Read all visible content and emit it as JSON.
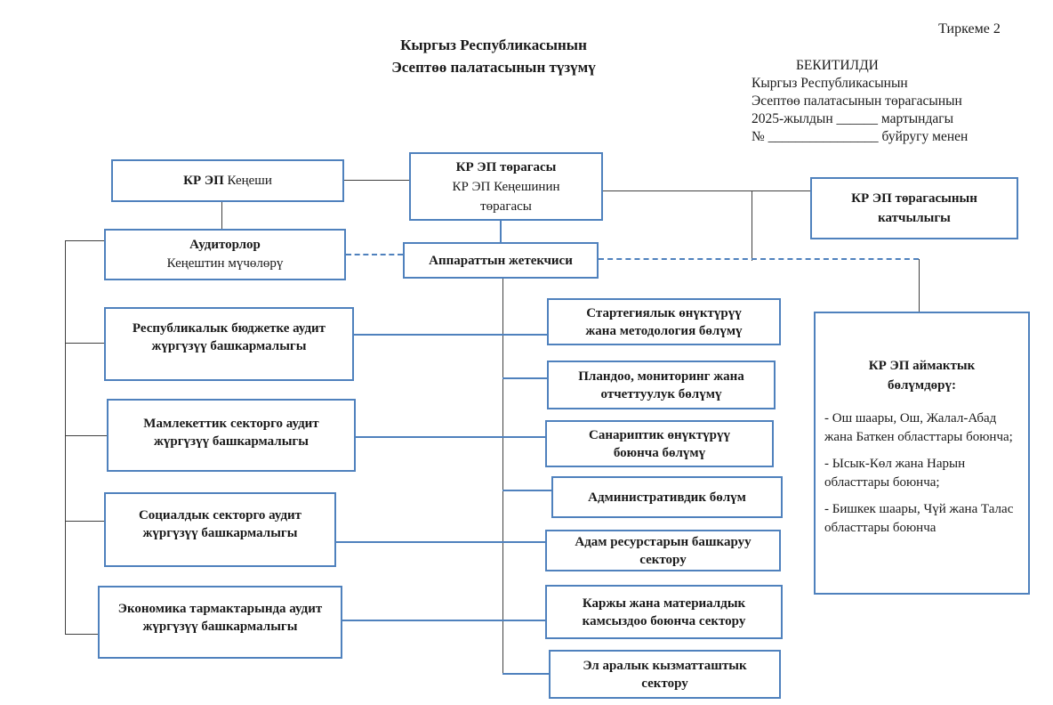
{
  "colors": {
    "accent_blue": "#4f81bd",
    "line_black": "#404040"
  },
  "header": {
    "annex": "Тиркеме 2",
    "title_lines": [
      "Кыргыз Республикасынын",
      "Эсептөө палатасынын түзүмү"
    ],
    "approval_lines": [
      "БЕКИТИЛДИ",
      "Кыргыз Республикасынын",
      "Эсептөө палатасынын төрагасынын",
      "2025-жылдын ______ мартындагы",
      "№ ________________ буйругу менен"
    ]
  },
  "chart": {
    "council": {
      "bold": "КР ЭП",
      "regular": " Кеңеши"
    },
    "chairman": {
      "bold": "КР ЭП төрагасы",
      "lines": [
        "КР ЭП Кеңешинин",
        "төрагасы"
      ]
    },
    "secretariat": {
      "lines": [
        "КР ЭП төрагасынын",
        "катчылыгы"
      ]
    },
    "auditors": {
      "bold": "Аудиторлор",
      "regular": "Кеңештин мүчөлөрү"
    },
    "apparatus_head": {
      "label": "Аппараттын жетекчиси"
    },
    "republican_budget_audit": {
      "lines": [
        "Республикалык бюджетке аудит",
        "жүргүзүү башкармалыгы"
      ]
    },
    "state_sector_audit": {
      "lines": [
        "Мамлекеттик секторго аудит",
        "жүргүзүү башкармалыгы"
      ]
    },
    "social_sector_audit": {
      "lines": [
        "Социалдык секторго аудит",
        "жүргүзүү башкармалыгы"
      ]
    },
    "economy_sectors_audit": {
      "lines": [
        "Экономика тармактарында аудит",
        "жүргүзүү  башкармалыгы"
      ]
    },
    "strategic_dev": {
      "lines": [
        "Стартегиялык өнүктүрүү",
        "жана методология  бөлүмү"
      ]
    },
    "planning_monitoring": {
      "lines": [
        "Пландоо, мониторинг жана",
        "отчеттуулук  бөлүмү"
      ]
    },
    "digital_dev": {
      "lines": [
        "Санариптик өнүктүрүү",
        "боюнча бөлүмү"
      ]
    },
    "administrative": {
      "label": "Административдик бөлүм"
    },
    "hr_sector": {
      "lines": [
        "Адам ресурстарын башкаруу",
        "сектору"
      ]
    },
    "finance_logistics": {
      "lines": [
        "Каржы жана материалдык",
        "камсыздоо боюнча сектору"
      ]
    },
    "intl_cooperation": {
      "lines": [
        "Эл аралык кызматташтык",
        "сектору"
      ]
    },
    "regional": {
      "title_lines": [
        "КР ЭП аймактык",
        "бөлүмдөрү:"
      ],
      "items": [
        "- Ош шаары, Ош, Жалал-Абад жана Баткен областтары боюнча;",
        "- Ысык-Көл жана Нарын областтары боюнча;",
        "- Бишкек шаары, Чүй жана Талас областтары боюнча"
      ]
    }
  }
}
